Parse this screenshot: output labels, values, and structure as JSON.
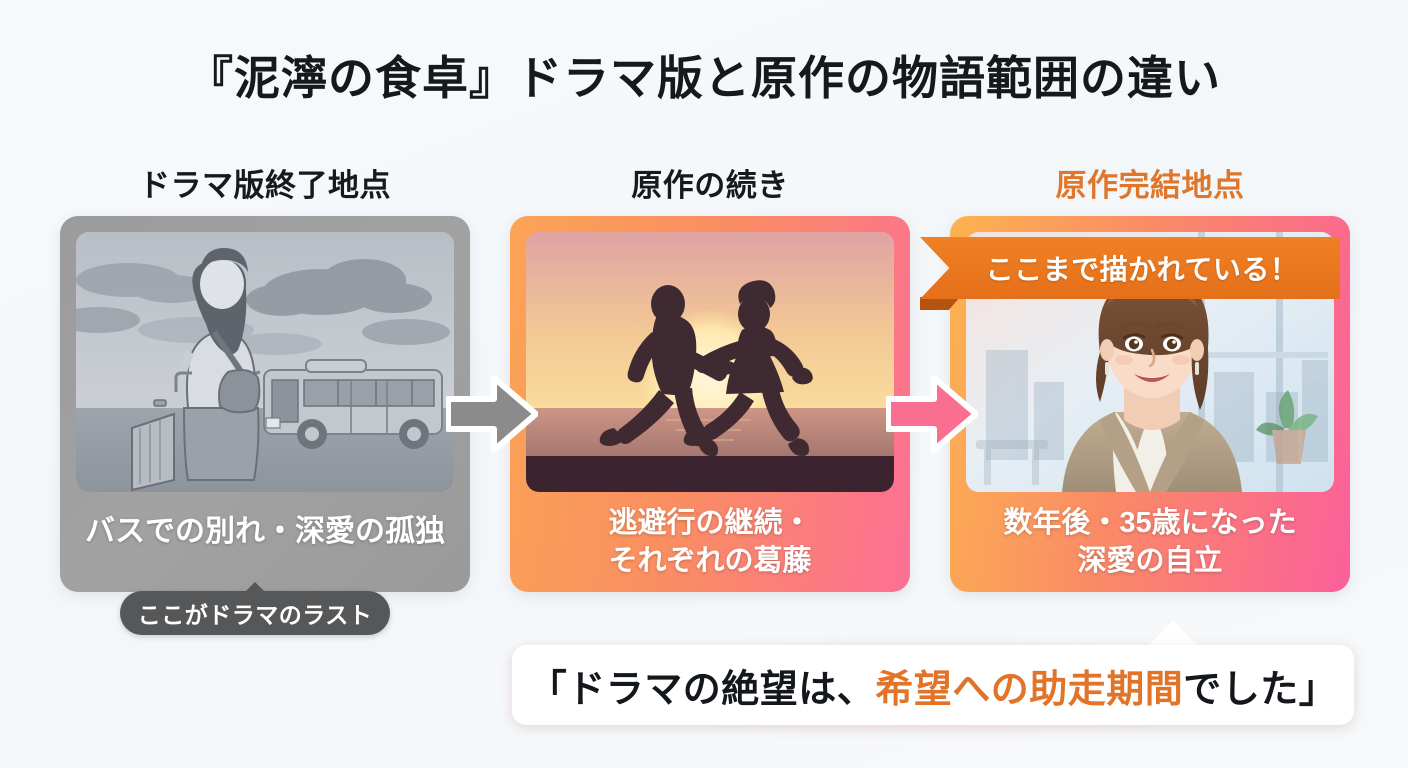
{
  "page": {
    "title": "『泥濘の食卓』ドラマ版と原作の物語範囲の違い",
    "background_color": "#f6f8fa"
  },
  "columns": [
    {
      "id": "drama-end",
      "header": "ドラマ版終了地点",
      "header_color": "#16191d",
      "caption": "バスでの別れ・深愛の孤独",
      "card_style": "grayscale",
      "card_color": "#9e9e9e",
      "illustration": "woman-with-suitcase-and-bus-rainy-grayscale",
      "badge": "ここがドラマのラスト",
      "badge_color": "#555759"
    },
    {
      "id": "original-continues",
      "header": "原作の続き",
      "header_color": "#16191d",
      "caption": "逃避行の継続・\nそれぞれの葛藤",
      "card_style": "gradient",
      "card_color_start": "#fba455",
      "card_color_end": "#fc6f94",
      "illustration": "running-couple-silhouette-sunset"
    },
    {
      "id": "original-finale",
      "header": "原作完結地点",
      "header_color": "#e0762a",
      "caption": "数年後・35歳になった\n深愛の自立",
      "card_style": "gradient",
      "card_color_start": "#fcb350",
      "card_color_end": "#fb5f9b",
      "illustration": "smiling-woman-in-beige-blazer-office",
      "ribbon": "ここまで描かれている！",
      "ribbon_color": "#ea7520"
    }
  ],
  "arrows": [
    {
      "id": "arrow-1",
      "color": "#8b8b8b",
      "direction": "right"
    },
    {
      "id": "arrow-2",
      "color": "#fa6f8f",
      "direction": "right"
    }
  ],
  "quote": {
    "prefix": "「ドラマの絶望は、",
    "highlight": "希望への助走期間",
    "suffix": "でした」",
    "highlight_color": "#e2742a"
  }
}
